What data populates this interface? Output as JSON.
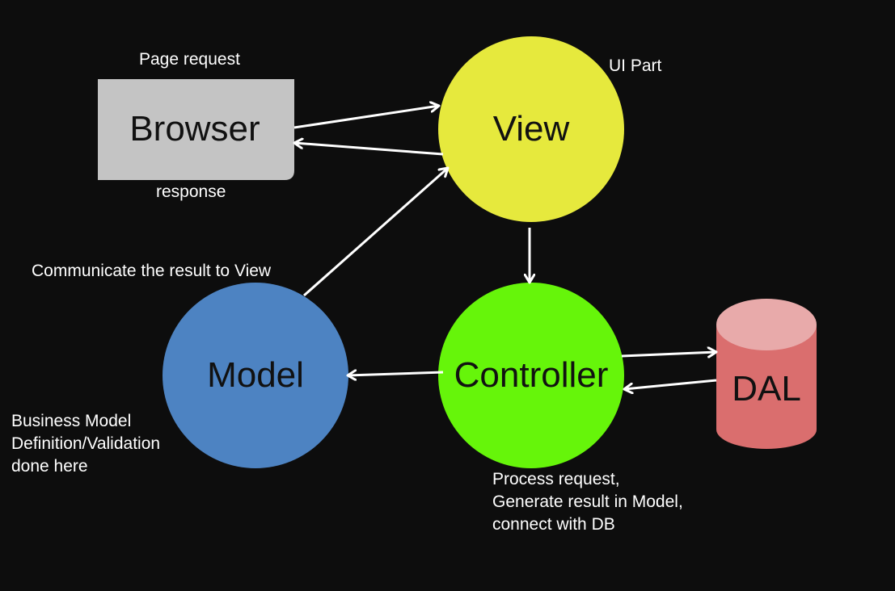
{
  "nodes": {
    "browser": {
      "label": "Browser",
      "color": "#c4c4c4"
    },
    "view": {
      "label": "View",
      "color": "#e6e93d"
    },
    "controller": {
      "label": "Controller",
      "color": "#66f50a"
    },
    "model": {
      "label": "Model",
      "color": "#4d83c2"
    },
    "dal": {
      "label": "DAL",
      "body_color": "#da6e6e",
      "top_color": "#e8aaaa"
    }
  },
  "captions": {
    "page_request": "Page request",
    "response": "response",
    "ui_part": "UI Part",
    "communicate": "Communicate the result to View",
    "model_note": [
      "Business Model",
      "Definition/Validation",
      "done here"
    ],
    "controller_note": [
      "Process request,",
      "Generate result in Model,",
      "connect with DB"
    ]
  },
  "edges": [
    {
      "from": "browser",
      "to": "view",
      "label": "Page request"
    },
    {
      "from": "view",
      "to": "browser",
      "label": "response"
    },
    {
      "from": "view",
      "to": "controller"
    },
    {
      "from": "controller",
      "to": "model"
    },
    {
      "from": "model",
      "to": "view",
      "label": "Communicate the result to View"
    },
    {
      "from": "controller",
      "to": "dal"
    },
    {
      "from": "dal",
      "to": "controller"
    }
  ],
  "colors": {
    "background": "#0d0d0d",
    "text": "#ffffff",
    "arrow": "#ffffff"
  }
}
